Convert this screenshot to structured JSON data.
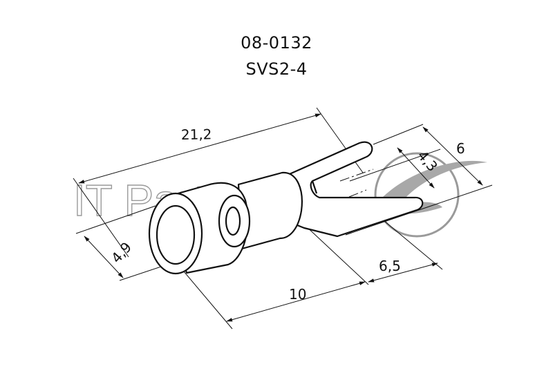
{
  "header": {
    "part_code": "08-0132",
    "model": "SVS2-4"
  },
  "watermark": {
    "text": "IT Partner",
    "logo": "swoosh-circle-logo"
  },
  "dimensions": {
    "overall_length": "21,2",
    "sleeve_diameter": "4,9",
    "sleeve_length": "10",
    "fork_length": "6,5",
    "slot_width": "4,3",
    "fork_width": "6"
  },
  "colors": {
    "line": "#111111",
    "watermark": "#9a9a9a"
  }
}
